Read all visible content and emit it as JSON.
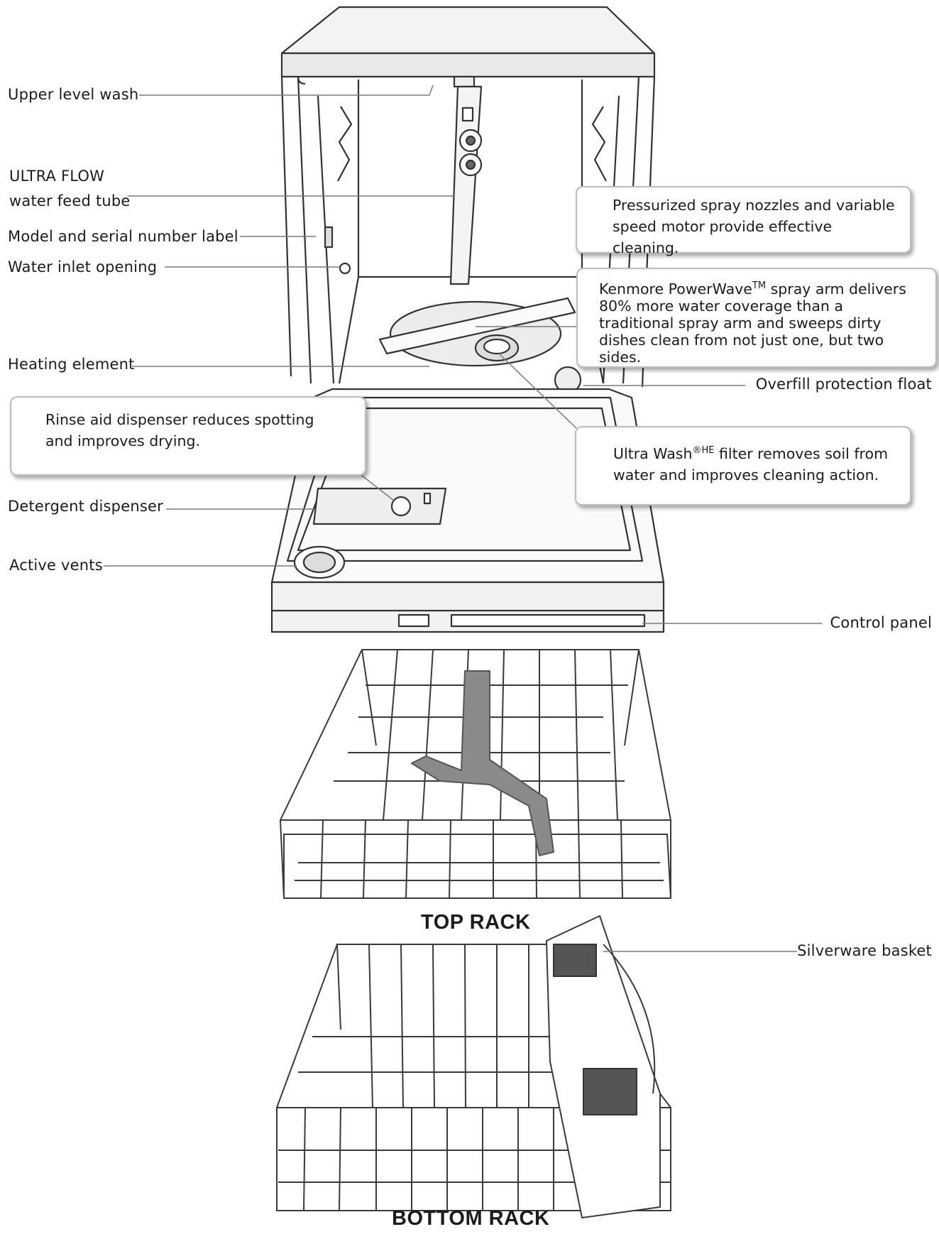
{
  "labels": {
    "upper_level_wash": "Upper level wash",
    "ultra_flow_line1": "ULTRA FLOW",
    "ultra_flow_line2": "water feed tube",
    "model_serial": "Model and serial number label",
    "water_inlet": "Water inlet opening",
    "heating_element": "Heating element",
    "detergent_dispenser": "Detergent dispenser",
    "active_vents": "Active vents",
    "overfill_float": "Overfill protection float",
    "control_panel": "Control panel",
    "silverware_basket": "Silverware basket"
  },
  "callouts": {
    "spray_nozzles_line1": "Pressurized spray nozzles and variable",
    "spray_nozzles_line2": "speed motor provide effective cleaning.",
    "powerwave_line1_pre": "Kenmore PowerWave",
    "powerwave_line1_sup": "TM",
    "powerwave_line1_post": " spray arm delivers",
    "powerwave_line2": "80% more water coverage than a",
    "powerwave_line3": "traditional spray arm and sweeps dirty",
    "powerwave_line4": "dishes clean from not just one, but two sides.",
    "rinse_aid_line1": "Rinse aid dispenser reduces spotting",
    "rinse_aid_line2": "and improves drying.",
    "filter_line1_pre": "Ultra Wash",
    "filter_line1_sup": "®HE",
    "filter_line1_post": " filter removes soil from",
    "filter_line2": "water and improves cleaning action."
  },
  "rack_titles": {
    "top": "TOP RACK",
    "bottom": "BOTTOM RACK"
  },
  "colors": {
    "line": "#3a3a3a",
    "leader": "#7a7a7a",
    "callout_border": "#bdbdbd",
    "spray_arm_gray": "#8a8a8a"
  }
}
